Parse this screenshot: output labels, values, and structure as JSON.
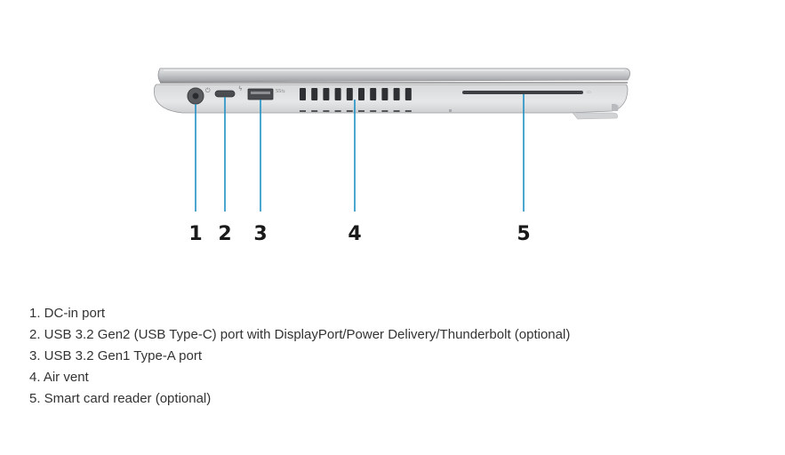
{
  "diagram": {
    "callouts": [
      {
        "number": "1",
        "name": "DC-in port"
      },
      {
        "number": "2",
        "name": "USB Type-C port"
      },
      {
        "number": "3",
        "name": "USB Type-A port"
      },
      {
        "number": "4",
        "name": "Air vent"
      },
      {
        "number": "5",
        "name": "Smart card reader"
      }
    ],
    "leader_color": "#1e8fc4",
    "body_color": "#c9cacc"
  },
  "legend": {
    "items": [
      "1. DC-in port",
      "2. USB 3.2 Gen2 (USB Type-C) port with DisplayPort/Power Delivery/Thunderbolt (optional)",
      "3. USB 3.2 Gen1 Type-A port",
      "4. Air vent",
      "5. Smart card reader (optional)"
    ]
  }
}
